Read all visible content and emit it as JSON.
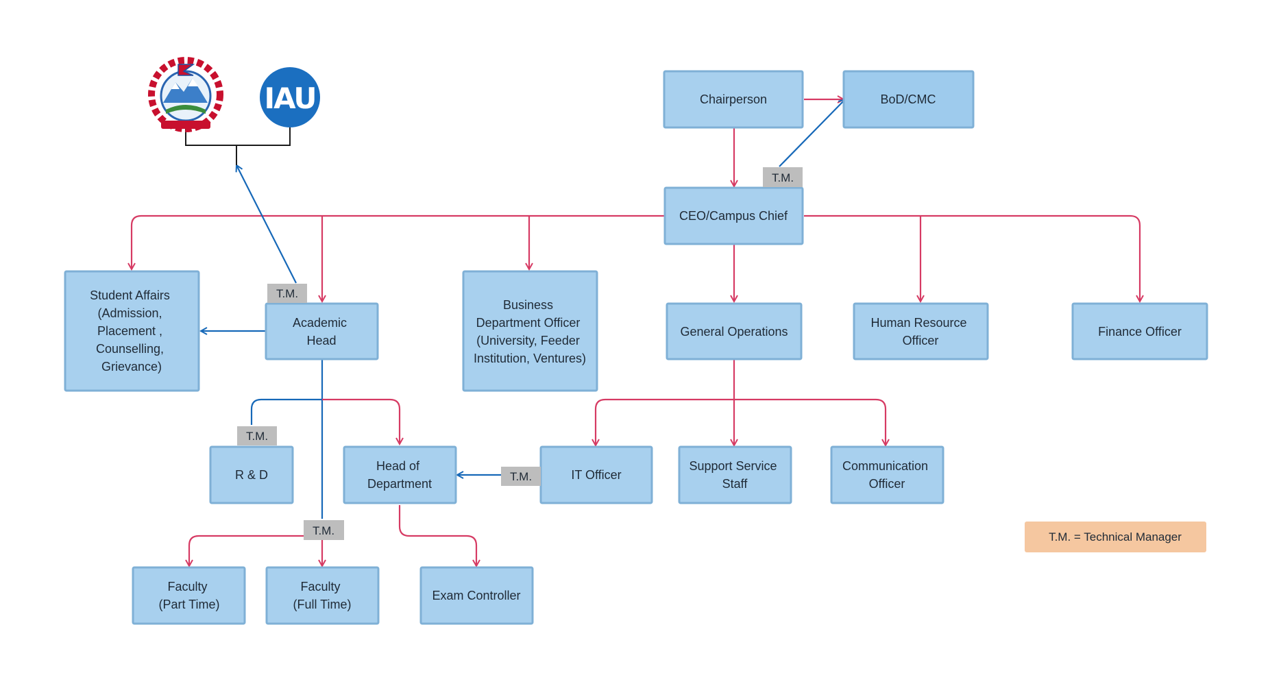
{
  "colors": {
    "box": "#a8d0ee",
    "box_border": "#7fb0d6",
    "reports_line": "#d63a63",
    "technical_line": "#1668b8",
    "tm_badge": "#bdbdbd",
    "legend_bg": "#f5c7a0"
  },
  "logos": {
    "left": "nepal-government-emblem",
    "right": "iau-logo",
    "right_text": "IAU"
  },
  "nodes": {
    "chairperson": "Chairperson",
    "bod": "BoD/CMC",
    "ceo": "CEO/Campus Chief",
    "student_affairs": [
      "Student Affairs",
      "(Admission,",
      "Placement ,",
      "Counselling,",
      "Grievance)"
    ],
    "academic_head": [
      "Academic",
      "Head"
    ],
    "business_officer": [
      "Business",
      "Department Officer",
      "(University, Feeder",
      "Institution, Ventures)"
    ],
    "general_operations": "General Operations",
    "hr_officer": [
      "Human Resource",
      "Officer"
    ],
    "finance_officer": "Finance Officer",
    "rnd": "R & D",
    "head_of_department": [
      "Head of",
      "Department"
    ],
    "it_officer": "IT Officer",
    "support_staff": [
      "Support Service",
      "Staff"
    ],
    "communication_officer": [
      "Communication",
      "Officer"
    ],
    "faculty_part_time": [
      "Faculty",
      "(Part Time)"
    ],
    "faculty_full_time": [
      "Faculty",
      "(Full Time)"
    ],
    "exam_controller": "Exam Controller"
  },
  "tm_label": "T.M.",
  "legend": "T.M. = Technical Manager"
}
